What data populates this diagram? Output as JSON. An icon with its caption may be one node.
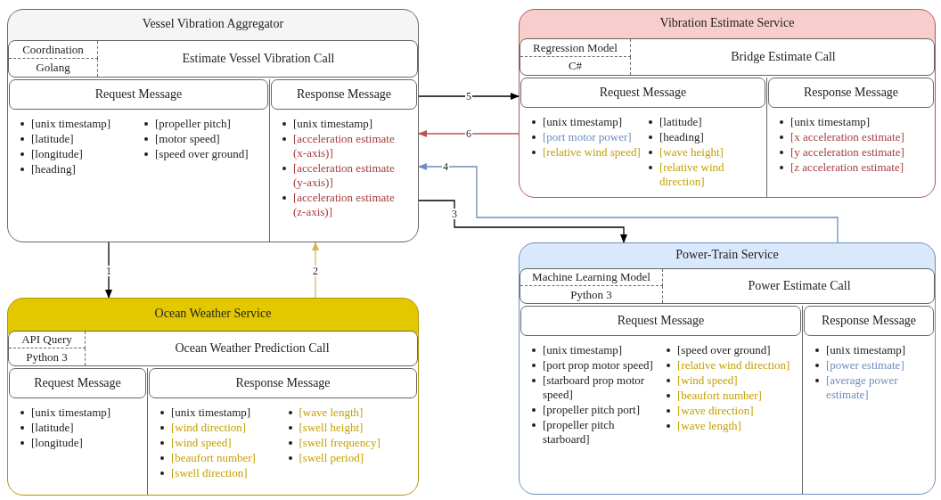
{
  "diagram": {
    "nodes": [
      {
        "text": [
          "Vessel Vibration Aggregator"
        ]
      },
      {
        "text": [
          "Estimate Vessel Vibration Call"
        ],
        "in": 0
      },
      {
        "text": [
          "Coordination"
        ],
        "in": 1
      },
      {
        "text": [
          "Golang"
        ],
        "in": 1
      },
      {
        "text": [
          "Request Message",
          "[unix timestamp]",
          "[latitude]",
          "[longitude]",
          "[heading]",
          "[propeller pitch]",
          "[motor speed]",
          "[speed over ground]"
        ],
        "in": 0
      },
      {
        "text": [
          "Response Message",
          "[unix timestamp]",
          "[acceleration estimate (x-axis)]",
          "[acceleration estimate (y-axis)]",
          "[acceleration estimate (z-axis)]"
        ],
        "in": 0
      },
      {
        "text": [
          "Vibration Estimate Service"
        ]
      },
      {
        "text": [
          "Bridge Estimate Call"
        ],
        "in": 6
      },
      {
        "text": [
          "Regression Model"
        ],
        "in": 7
      },
      {
        "text": [
          "C#"
        ],
        "in": 7
      },
      {
        "text": [
          "Request Message",
          "[unix timestamp]",
          "[port motor power]",
          "[relative wind speed]",
          "[latitude]",
          "[heading]",
          "[wave height]",
          "[relative wind direction]"
        ],
        "in": 6
      },
      {
        "text": [
          "Response Message",
          "[unix timestamp]",
          "[x acceleration estimate]",
          "[y acceleration estimate]",
          "[z acceleration estimate]"
        ],
        "in": 6
      },
      {
        "text": [
          "Ocean Weather Service"
        ]
      },
      {
        "text": [
          "Ocean Weather Prediction Call"
        ],
        "in": 12
      },
      {
        "text": [
          "API Query"
        ],
        "in": 13
      },
      {
        "text": [
          "Python 3"
        ],
        "in": 13
      },
      {
        "text": [
          "Request Message",
          "[unix timestamp]",
          "[latitude]",
          "[longitude]"
        ],
        "in": 12
      },
      {
        "text": [
          "Response Message",
          "[unix timestamp]",
          "[wind direction]",
          "[wind speed]",
          "[beaufort number]",
          "[swell direction]",
          "[wave length]",
          "[swell height]",
          "[swell frequency]",
          "[swell period]"
        ],
        "in": 12
      },
      {
        "text": [
          "Power-Train Service"
        ]
      },
      {
        "text": [
          "Power Estimate Call"
        ],
        "in": 18
      },
      {
        "text": [
          "Machine Learning Model"
        ],
        "in": 19
      },
      {
        "text": [
          "Python 3"
        ],
        "in": 19
      },
      {
        "text": [
          "Request Message",
          "[unix timestamp]",
          "[port prop motor speed]",
          "[starboard prop motor speed]",
          "[propeller pitch port]",
          "[propeller pitch starboard]",
          "[speed over ground]",
          "[relative wind direction]",
          "[wind speed]",
          "[beaufort number]",
          "[wave direction]",
          "[wave length]"
        ],
        "in": 18
      },
      {
        "text": [
          "Response Message",
          "[unix timestamp]",
          "[power estimate]",
          "[average power estimate]"
        ],
        "in": 18
      }
    ],
    "edges": [
      {
        "from": 0,
        "to": 12,
        "arrow": "to",
        "label": "1"
      },
      {
        "from": 12,
        "to": 0,
        "arrow": "to",
        "label": "2",
        "color": "#d6b656"
      },
      {
        "from": 0,
        "to": 18,
        "arrow": "to",
        "label": "3"
      },
      {
        "from": 18,
        "to": 0,
        "arrow": "to",
        "label": "4",
        "color": "#6c8ebf"
      },
      {
        "from": 0,
        "to": 6,
        "arrow": "to",
        "label": "5"
      },
      {
        "from": 6,
        "to": 0,
        "arrow": "to",
        "label": "6",
        "color": "#b85450"
      }
    ]
  }
}
